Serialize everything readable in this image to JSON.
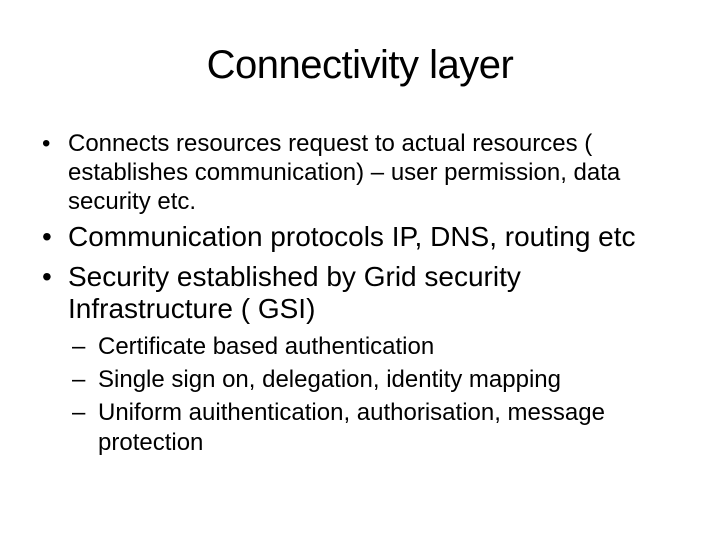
{
  "slide": {
    "title": "Connectivity layer",
    "marker_bullet": "•",
    "marker_dash": "–",
    "colors": {
      "background": "#ffffff",
      "text": "#000000"
    },
    "bullets": [
      {
        "lines": [
          "Connects resources request to actual resources (",
          "establishes communication) – user permission, data",
          "security etc."
        ]
      },
      {
        "lines": [
          "Communication protocols IP, DNS, routing etc"
        ]
      },
      {
        "lines": [
          "Security established by Grid security",
          "Infrastructure ( GSI)"
        ]
      }
    ],
    "sub_bullets": [
      {
        "lines": [
          "Certificate based authentication"
        ]
      },
      {
        "lines": [
          "Single sign on, delegation, identity mapping"
        ]
      },
      {
        "lines": [
          "Uniform auithentication, authorisation, message",
          "protection"
        ]
      }
    ]
  }
}
